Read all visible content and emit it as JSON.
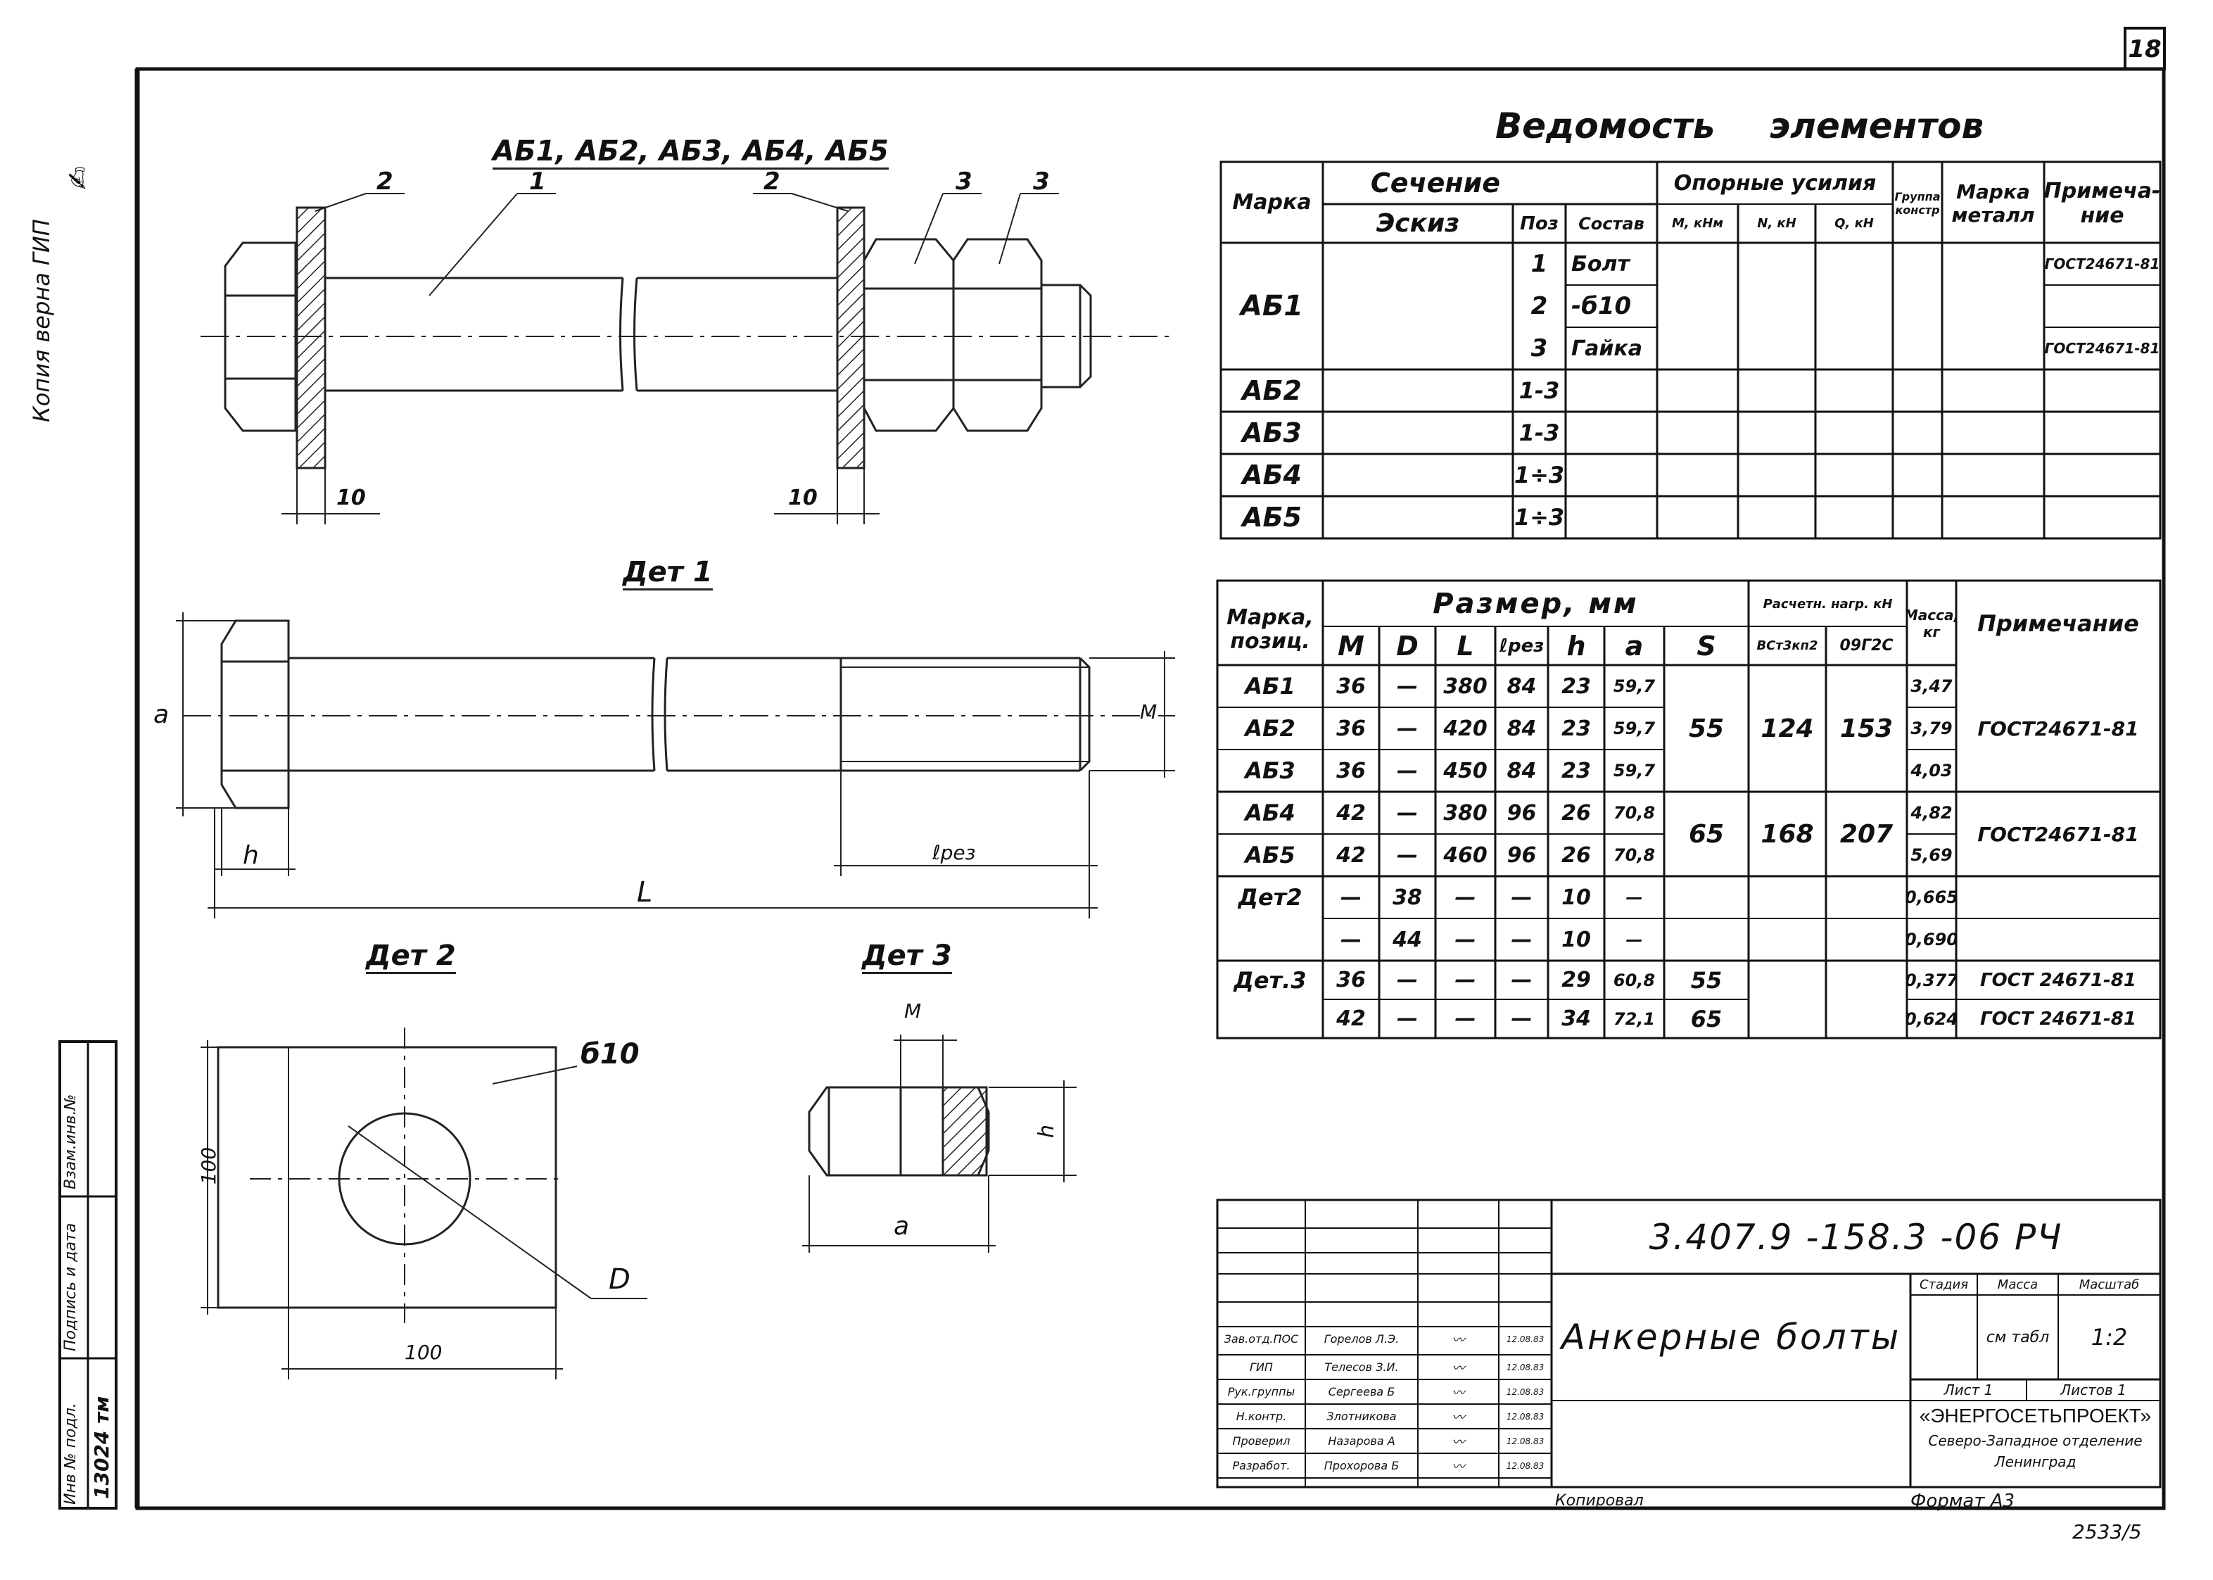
{
  "sheet": {
    "page_number": "18",
    "copy_verified": "Копия верна  ГИП",
    "archive_number": "2533/5",
    "copied_by": "Копировал",
    "format": "Формат А3"
  },
  "side_stamp": {
    "inv_orig": "Инв № подл.",
    "sign_date": "Подпись и дата",
    "replace_inv": "Взам.инв.№",
    "inv_value": "13024 тм"
  },
  "drawing": {
    "assembly_title": "АБ1, АБ2, АБ3, АБ4, АБ5",
    "leaders": [
      "2",
      "1",
      "2",
      "3",
      "3"
    ],
    "dim_washer_left": "10",
    "dim_washer_right": "10",
    "det1_title": "Дет 1",
    "det1_dims": {
      "a": "a",
      "M": "M",
      "h": "h",
      "L": "L",
      "lrez": "ℓрез"
    },
    "det2_title": "Дет 2",
    "det2_dims": {
      "thk": "б10",
      "h": "100",
      "w": "100",
      "D": "D"
    },
    "det3_title": "Дет 3",
    "det3_dims": {
      "M": "M",
      "h": "h",
      "a": "a"
    }
  },
  "vedomost": {
    "title": "Ведомость элементов",
    "headers": {
      "marka": "Марка",
      "sechenie": "Сечение",
      "eskiz": "Эскиз",
      "poz": "Поз",
      "sostav": "Состав",
      "opornye": "Опорные усилия",
      "m": "М, кНм",
      "n": "N, кН",
      "q": "Q, кН",
      "gruppa": "Группа констр",
      "metall": "Марка металл",
      "prim": "Примеча- ние"
    },
    "rows": [
      {
        "marka": "АБ1",
        "poz": "1",
        "sostav": "Болт",
        "prim": "ГОСТ24671-81"
      },
      {
        "marka": "",
        "poz": "2",
        "sostav": "-б10",
        "prim": ""
      },
      {
        "marka": "",
        "poz": "3",
        "sostav": "Гайка",
        "prim": "ГОСТ24671-81"
      },
      {
        "marka": "АБ2",
        "poz": "1-3",
        "sostav": "",
        "prim": ""
      },
      {
        "marka": "АБ3",
        "poz": "1-3",
        "sostav": "",
        "prim": ""
      },
      {
        "marka": "АБ4",
        "poz": "1÷3",
        "sostav": "",
        "prim": ""
      },
      {
        "marka": "АБ5",
        "poz": "1÷3",
        "sostav": "",
        "prim": ""
      }
    ]
  },
  "sizes": {
    "headers": {
      "marka": "Марка, позиц.",
      "razmer": "Размер, мм",
      "M": "M",
      "D": "D",
      "L": "L",
      "lrez": "ℓрез",
      "h": "h",
      "a": "a",
      "S": "S",
      "raschet": "Расчетн. нагр. кН",
      "vst3": "ВСт3кп2",
      "g09": "09Г2С",
      "massa": "Масса, кг",
      "prim": "Примечание"
    },
    "rows": [
      {
        "marka": "АБ1",
        "M": "36",
        "D": "—",
        "L": "380",
        "lrez": "84",
        "h": "23",
        "a": "59,7",
        "massa": "3,47"
      },
      {
        "marka": "АБ2",
        "M": "36",
        "D": "—",
        "L": "420",
        "lrez": "84",
        "h": "23",
        "a": "59,7",
        "massa": "3,79"
      },
      {
        "marka": "АБ3",
        "M": "36",
        "D": "—",
        "L": "450",
        "lrez": "84",
        "h": "23",
        "a": "59,7",
        "massa": "4,03"
      },
      {
        "marka": "АБ4",
        "M": "42",
        "D": "—",
        "L": "380",
        "lrez": "96",
        "h": "26",
        "a": "70,8",
        "massa": "4,82"
      },
      {
        "marka": "АБ5",
        "M": "42",
        "D": "—",
        "L": "460",
        "lrez": "96",
        "h": "26",
        "a": "70,8",
        "massa": "5,69"
      },
      {
        "marka": "Дет2",
        "M": "—",
        "D": "38",
        "L": "—",
        "lrez": "—",
        "h": "10",
        "a": "—",
        "massa": "0,665"
      },
      {
        "marka": "",
        "M": "—",
        "D": "44",
        "L": "—",
        "lrez": "—",
        "h": "10",
        "a": "—",
        "massa": "0,690"
      },
      {
        "marka": "Дет.3",
        "M": "36",
        "D": "—",
        "L": "—",
        "lrez": "—",
        "h": "29",
        "a": "60,8",
        "massa": "0,377"
      },
      {
        "marka": "",
        "M": "42",
        "D": "—",
        "L": "—",
        "lrez": "—",
        "h": "34",
        "a": "72,1",
        "massa": "0,624"
      }
    ],
    "groups": [
      {
        "S": "55",
        "vst3": "124",
        "g09": "153",
        "prim": "ГОСТ24671-81"
      },
      {
        "S": "65",
        "vst3": "168",
        "g09": "207",
        "prim": "ГОСТ24671-81"
      }
    ],
    "det3_S": [
      "55",
      "65"
    ],
    "det3_prim": [
      "ГОСТ 24671-81",
      "ГОСТ 24671-81"
    ]
  },
  "title_block": {
    "doc_code": "3.407.9 -158.3 -06 РЧ",
    "name": "Анкерные болты",
    "stadia": "Стадия",
    "massa": "Масса",
    "masshtab": "Масштаб",
    "massa_value": "см табл",
    "scale": "1:2",
    "list": "Лист 1",
    "listov": "Листов 1",
    "org": "«ЭНЕРГОСЕТЬПРОЕКТ»",
    "org_sub": "Северо-Западное отделение",
    "org_city": "Ленинград",
    "sign_rows": [
      {
        "role": "Зав.отд.ПОС",
        "name": "Горелов Л.Э.",
        "date": "12.08.83"
      },
      {
        "role": "ГИП",
        "name": "Телесов З.И.",
        "date": "12.08.83"
      },
      {
        "role": "Рук.группы",
        "name": "Сергеева Б",
        "date": "12.08.83"
      },
      {
        "role": "Н.контр.",
        "name": "Злотникова",
        "date": "12.08.83"
      },
      {
        "role": "Проверил",
        "name": "Назарова А",
        "date": "12.08.83"
      },
      {
        "role": "Разработ.",
        "name": "Прохорова Б",
        "date": "12.08.83"
      }
    ]
  }
}
